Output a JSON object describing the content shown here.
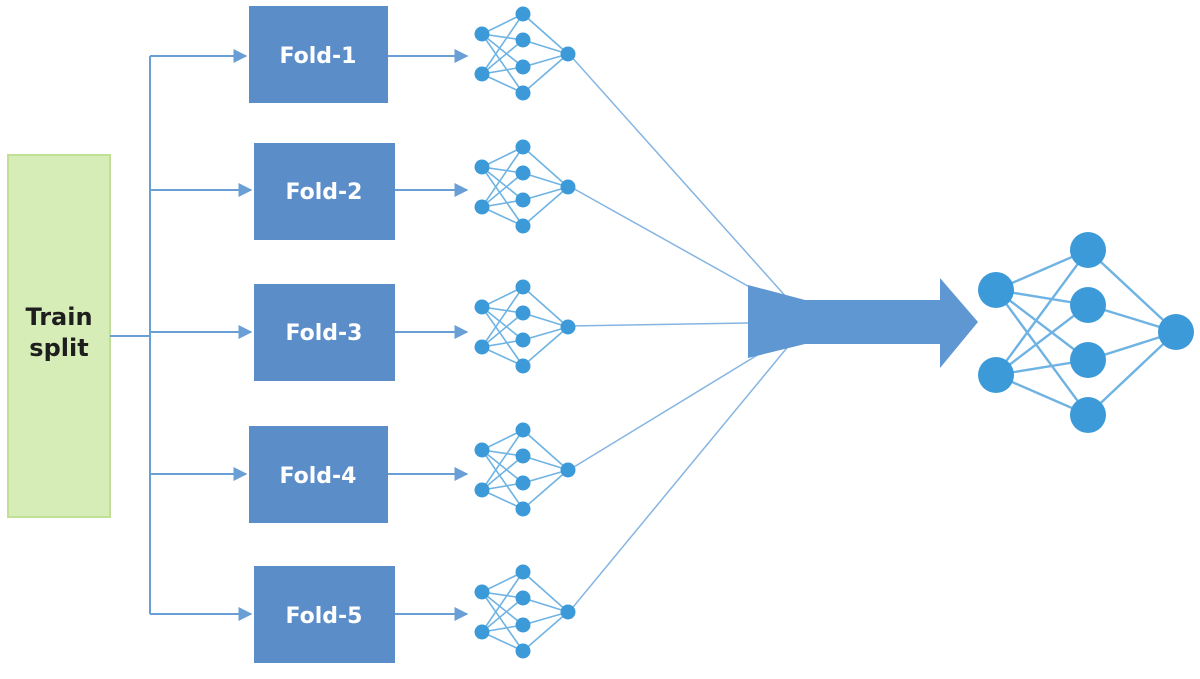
{
  "train_split": {
    "label_line1": "Train",
    "label_line2": "split"
  },
  "folds": [
    {
      "label": "Fold-1"
    },
    {
      "label": "Fold-2"
    },
    {
      "label": "Fold-3"
    },
    {
      "label": "Fold-4"
    },
    {
      "label": "Fold-5"
    }
  ],
  "colors": {
    "train_fill": "#d7edb8",
    "train_stroke": "#c2df97",
    "fold_fill": "#5b8ec9",
    "fold_text": "#ffffff",
    "line": "#6a9fd6",
    "node": "#3d9ad8",
    "edge": "#6fb3e3",
    "big_arrow": "#5f97d2",
    "text_dark": "#1e1e1e"
  },
  "icons": {
    "fold_network": "small-neural-network-icon",
    "ensemble_network": "large-neural-network-icon",
    "merge_arrow": "merge-arrow-icon"
  }
}
